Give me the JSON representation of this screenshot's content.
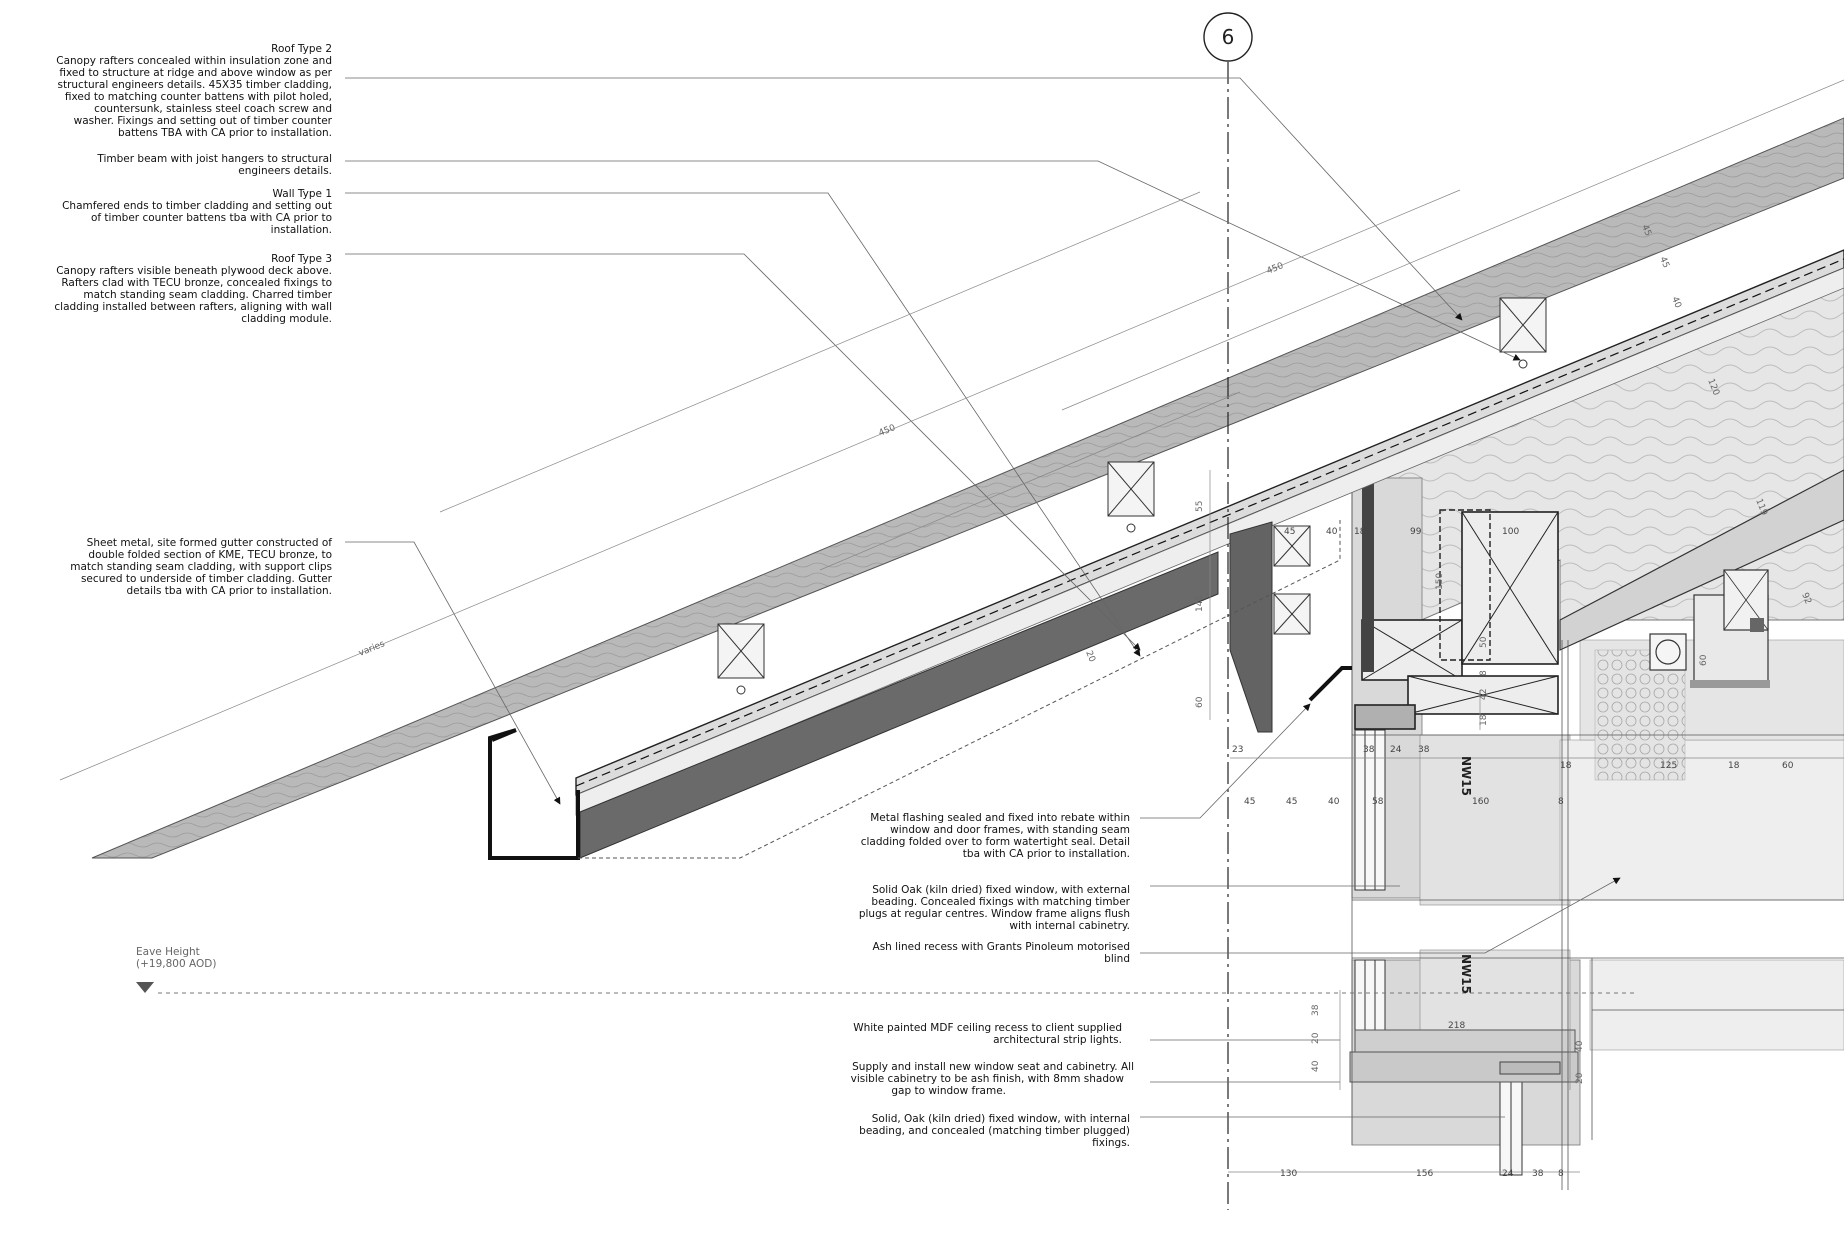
{
  "grid_marker": "6",
  "eave": {
    "label": "Eave Height",
    "level": "(+19,800 AOD)"
  },
  "notes_left": {
    "roof2": {
      "title": "Roof Type 2",
      "lines": [
        "Canopy rafters concealed within insulation zone and",
        "fixed to structure at ridge and above window as per",
        "structural engineers details. 45X35 timber cladding,",
        "fixed to matching counter battens with pilot holed,",
        "countersunk, stainless steel coach screw and",
        "washer. Fixings and setting out of timber counter",
        "battens TBA with CA prior to installation."
      ]
    },
    "beam": {
      "lines": [
        "Timber beam with joist hangers to structural",
        "engineers details."
      ]
    },
    "wall1": {
      "title": "Wall Type 1",
      "lines": [
        "Chamfered ends to timber cladding and setting out",
        "of timber counter battens tba with CA prior to",
        "installation."
      ]
    },
    "roof3": {
      "title": "Roof Type 3",
      "lines": [
        "Canopy rafters visible beneath plywood deck above.",
        "Rafters clad with TECU bronze, concealed fixings to",
        "match standing seam cladding. Charred timber",
        "cladding installed between rafters, aligning with wall",
        "cladding module."
      ]
    },
    "gutter": {
      "lines": [
        "Sheet metal, site formed gutter constructed of",
        "double folded section of KME, TECU bronze, to",
        "match standing seam cladding, with support clips",
        "secured to underside of timber cladding. Gutter",
        "details tba with CA prior to installation."
      ]
    }
  },
  "notes_right": {
    "flashing": {
      "lines": [
        "Metal flashing sealed and fixed into rebate within",
        "window and door frames, with standing seam",
        "cladding folded over  to form watertight seal. Detail",
        "tba with CA prior to installation."
      ]
    },
    "oak1": {
      "lines": [
        "Solid Oak (kiln dried) fixed  window, with external",
        "beading. Concealed fixings with matching timber",
        "plugs at regular centres. Window frame aligns flush",
        "with internal cabinetry."
      ]
    },
    "ash": {
      "lines": [
        "Ash lined recess with Grants Pinoleum motorised",
        "blind"
      ]
    },
    "mdf": {
      "lines": [
        "White painted MDF ceiling recess to client supplied",
        "architectural strip lights."
      ]
    },
    "seat": {
      "lines": [
        "Supply and install new window seat and cabinetry. All",
        "visible cabinetry to be ash finish, with 8mm shadow",
        "gap to window frame."
      ]
    },
    "oak2": {
      "lines": [
        "Solid, Oak (kiln dried) fixed window, with internal",
        "beading, and concealed (matching timber plugged)",
        "fixings."
      ]
    }
  },
  "tags": {
    "upper": "NW15",
    "lower": "NW15"
  },
  "dims": {
    "d450a": "450",
    "d450b": "450",
    "varies": "varies",
    "r45a": "45",
    "r45b": "45",
    "r40": "40",
    "r120": "120",
    "r119": "119",
    "r92": "92",
    "v55": "55",
    "v145": "145",
    "v20": "20",
    "v60a": "60",
    "v23": "23",
    "v45a": "45",
    "v40a": "40",
    "v18a": "18",
    "v99": "99",
    "v100": "100",
    "v150": "150",
    "v50": "50",
    "v8a": "8",
    "v42": "42",
    "v18b": "18",
    "v38a": "38",
    "v24a": "24",
    "v38b": "38",
    "v60b": "60",
    "b45a": "45",
    "b45b": "45",
    "b40": "40",
    "b58": "58",
    "b160": "160",
    "b8": "8",
    "b18a": "18",
    "b125": "125",
    "b18b": "18",
    "b60": "60",
    "l38": "38",
    "l20": "20",
    "l40": "40",
    "l218": "218",
    "l40b": "40",
    "l20b": "20",
    "f130": "130",
    "f156": "156",
    "f24": "24",
    "f38": "38",
    "f8": "8"
  }
}
